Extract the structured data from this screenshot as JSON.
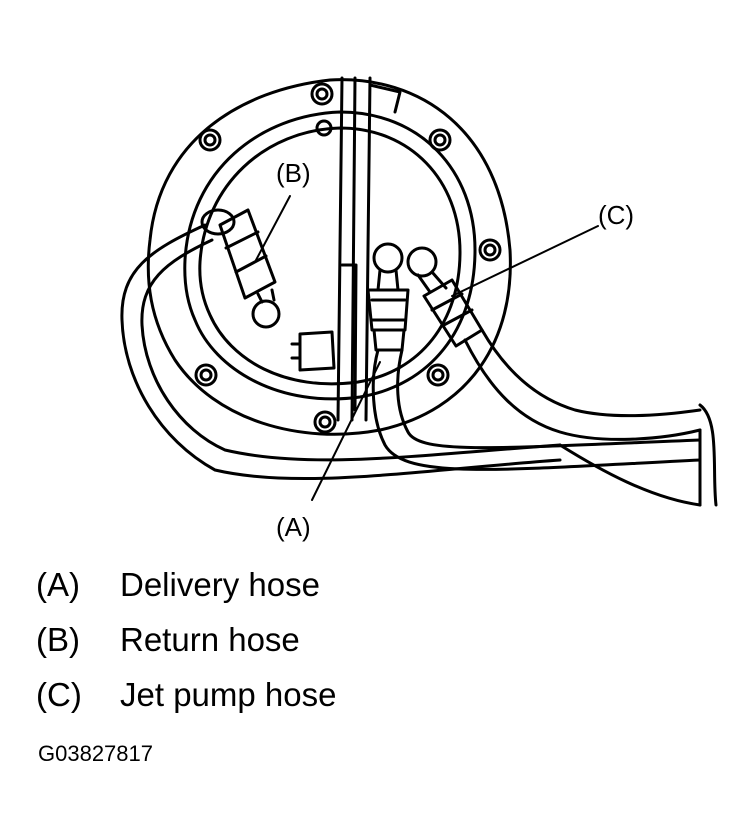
{
  "callouts": {
    "a": "(A)",
    "b": "(B)",
    "c": "(C)"
  },
  "legend": [
    {
      "key": "(A)",
      "label": "Delivery hose"
    },
    {
      "key": "(B)",
      "label": "Return hose"
    },
    {
      "key": "(C)",
      "label": "Jet pump hose"
    }
  ],
  "figure_id": "G03827817"
}
